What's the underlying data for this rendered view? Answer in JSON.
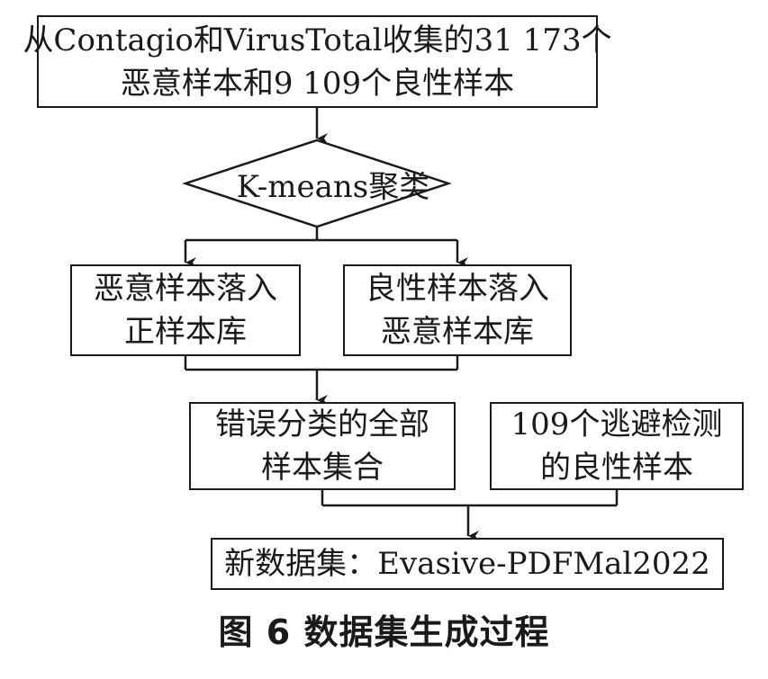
{
  "flowchart": {
    "source_box": {
      "line1": "从Contagio和VirusTotal收集的31 173个",
      "line2": "恶意样本和9 109个良性样本"
    },
    "decision": {
      "label": "K-means聚类"
    },
    "malicious_branch": {
      "line1": "恶意样本落入",
      "line2": "正样本库"
    },
    "benign_branch": {
      "line1": "良性样本落入",
      "line2": "恶意样本库"
    },
    "misclassified": {
      "line1": "错误分类的全部",
      "line2": "样本集合"
    },
    "evasive_benign": {
      "line1": "109个逃避检测",
      "line2": "的良性样本"
    },
    "new_dataset": {
      "label": "新数据集：Evasive-PDFMal2022"
    }
  },
  "caption": {
    "text": "图 6   数据集生成过程"
  }
}
